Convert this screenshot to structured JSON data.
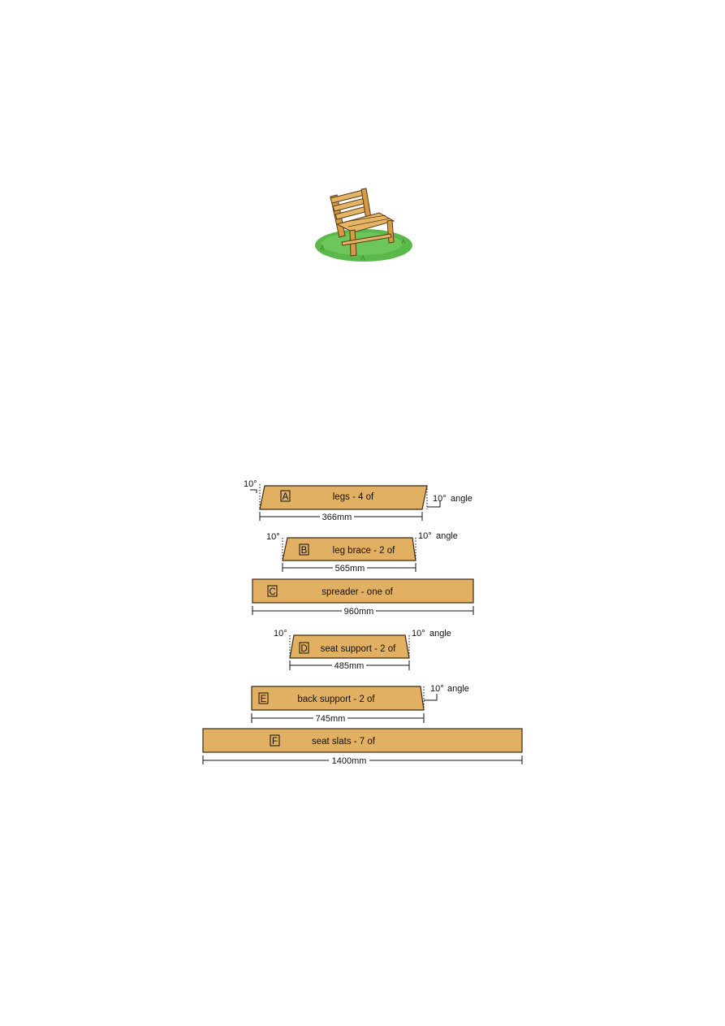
{
  "illustration": {
    "icon": "garden-bench-icon"
  },
  "colors": {
    "board_fill": "#e2b063",
    "board_stroke": "#3a2a16",
    "grass": "#5bb84a"
  },
  "parts": [
    {
      "letter": "A",
      "label": "legs - 4 of",
      "dimension": "366mm",
      "left_angle": "10°",
      "right_angle": "10°",
      "right_angle_suffix": "angle"
    },
    {
      "letter": "B",
      "label": "leg brace - 2 of",
      "dimension": "565mm",
      "left_angle": "10°",
      "right_angle": "10°",
      "right_angle_suffix": "angle"
    },
    {
      "letter": "C",
      "label": "spreader - one of",
      "dimension": "960mm"
    },
    {
      "letter": "D",
      "label": "seat support - 2 of",
      "dimension": "485mm",
      "left_angle": "10°",
      "right_angle": "10°",
      "right_angle_suffix": "angle"
    },
    {
      "letter": "E",
      "label": "back support - 2 of",
      "dimension": "745mm",
      "right_angle": "10°",
      "right_angle_suffix": "angle"
    },
    {
      "letter": "F",
      "label": "seat slats - 7 of",
      "dimension": "1400mm"
    }
  ]
}
